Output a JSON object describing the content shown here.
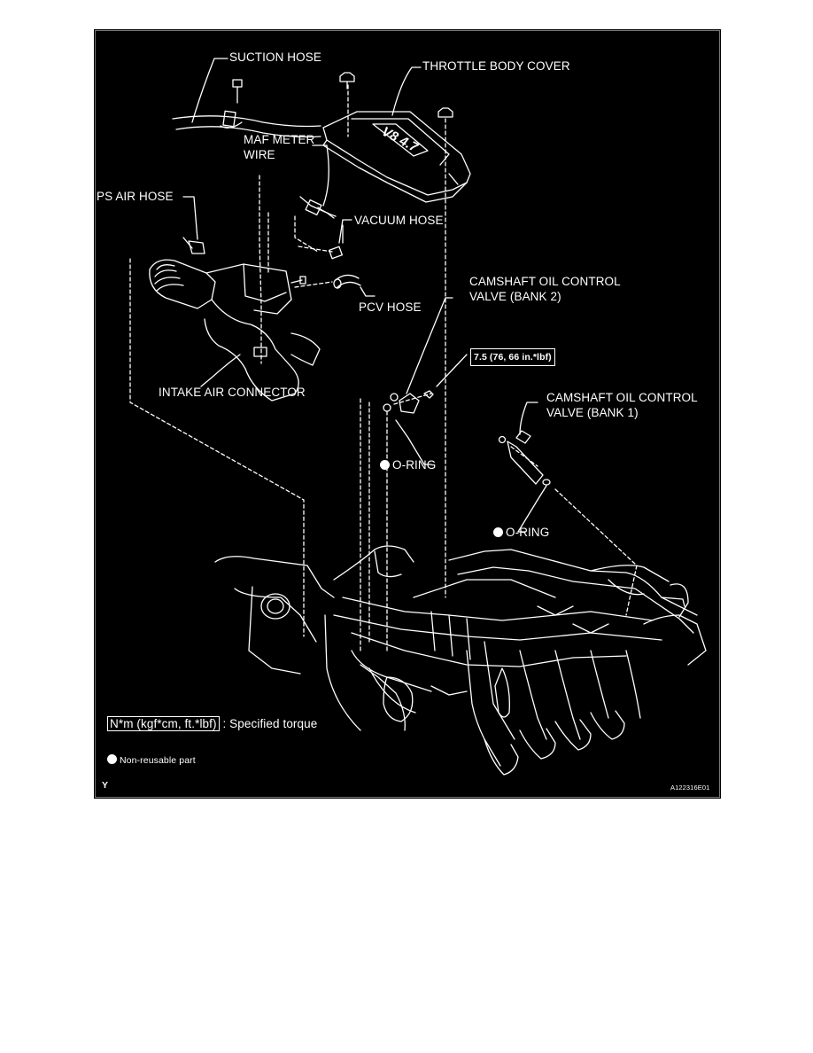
{
  "labels": {
    "suction_hose": "SUCTION HOSE",
    "throttle_body_cover": "THROTTLE BODY COVER",
    "maf_meter_wire_1": "MAF METER",
    "maf_meter_wire_2": "WIRE",
    "ps_air_hose": "PS AIR HOSE",
    "vacuum_hose": "VACUUM HOSE",
    "pcv_hose": "PCV HOSE",
    "camshaft_bank2_1": "CAMSHAFT OIL CONTROL",
    "camshaft_bank2_2": "VALVE (BANK 2)",
    "torque_value": "7.5 (76, 66 in.*lbf)",
    "intake_air_connector": "INTAKE AIR CONNECTOR",
    "camshaft_bank1_1": "CAMSHAFT OIL CONTROL",
    "camshaft_bank1_2": "VALVE (BANK 1)",
    "o_ring_1": "O-RING",
    "o_ring_2": "O-RING"
  },
  "legend": {
    "torque_unit": "N*m (kgf*cm, ft.*lbf)",
    "torque_desc": ": Specified torque",
    "non_reusable": "Non-reusable part"
  },
  "footer": {
    "corner_letter": "Y",
    "figure_code": "A122316E01"
  },
  "cover_emblem": "V8 4.7"
}
